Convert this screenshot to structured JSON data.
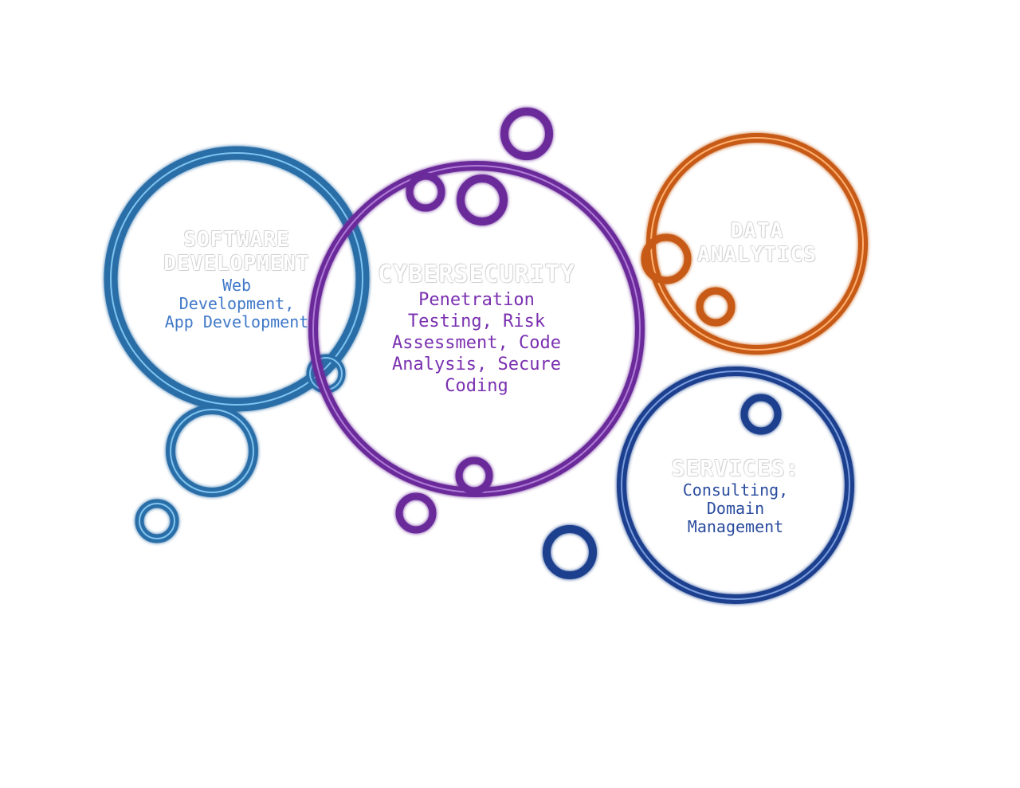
{
  "colors": {
    "software": "#2a6ea8",
    "cyber": "#6a2a9a",
    "data": "#d4681a",
    "services": "#1d3f8e"
  },
  "software": {
    "title_line1": "SOFTWARE",
    "title_line2": "DEVELOPMENT",
    "items_line1": "Web",
    "items_line2": "Development,",
    "items_line3": "App Development"
  },
  "cyber": {
    "title": "CYBERSECURITY",
    "items_line1": "Penetration",
    "items_line2": "Testing, Risk",
    "items_line3": "Assessment, Code",
    "items_line4": "Analysis, Secure",
    "items_line5": "Coding"
  },
  "data": {
    "title_line1": "DATA",
    "title_line2": "ANALYTICS"
  },
  "services": {
    "title": "SERVICES:",
    "items_line1": "Consulting,",
    "items_line2": "Domain",
    "items_line3": "Management"
  }
}
